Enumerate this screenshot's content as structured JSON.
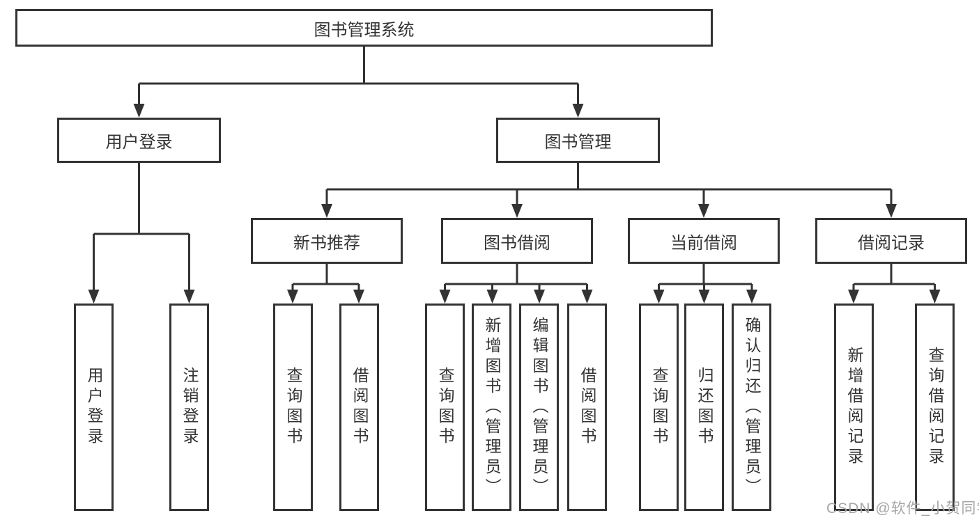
{
  "tree": {
    "label": "图书管理系统",
    "children": [
      {
        "label": "用户登录",
        "children": [
          {
            "label": "用户登录"
          },
          {
            "label": "注销登录"
          }
        ]
      },
      {
        "label": "图书管理",
        "children": [
          {
            "label": "新书推荐",
            "children": [
              {
                "label": "查询图书"
              },
              {
                "label": "借阅图书"
              }
            ]
          },
          {
            "label": "图书借阅",
            "children": [
              {
                "label": "查询图书"
              },
              {
                "label": "新增图书（管理员）"
              },
              {
                "label": "编辑图书（管理员）"
              },
              {
                "label": "借阅图书"
              }
            ]
          },
          {
            "label": "当前借阅",
            "children": [
              {
                "label": "查询图书"
              },
              {
                "label": "归还图书"
              },
              {
                "label": "确认归还（管理员）"
              }
            ]
          },
          {
            "label": "借阅记录",
            "children": [
              {
                "label": "新增借阅记录"
              },
              {
                "label": "查询借阅记录"
              }
            ]
          }
        ]
      }
    ]
  },
  "watermark": "CSDN @软件_小贺同学",
  "colors": {
    "line": "#333333",
    "text": "#333333",
    "watermark": "#a6a6a6",
    "background": "#ffffff"
  }
}
